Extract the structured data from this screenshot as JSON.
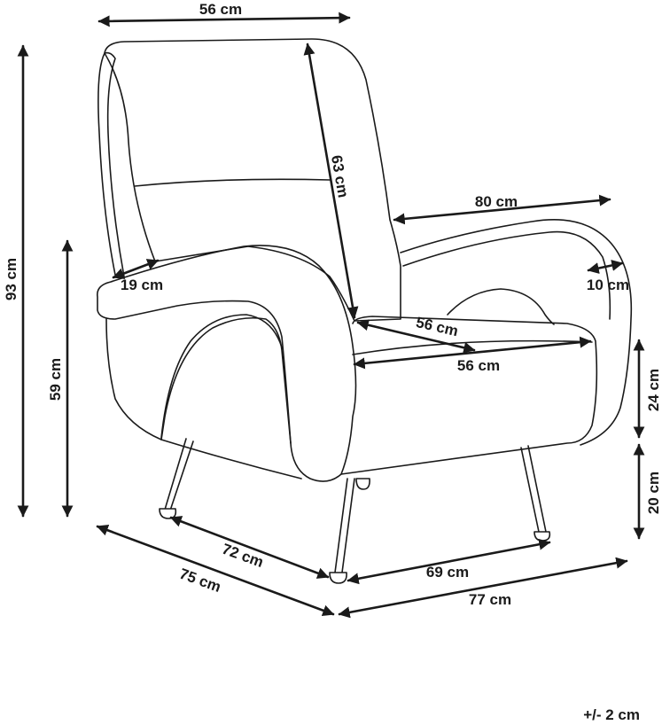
{
  "dimensions": {
    "top_width": "56 cm",
    "overall_height": "93 cm",
    "arm_height": "59 cm",
    "backrest_height": "63 cm",
    "overall_width_diag": "80 cm",
    "arm_width": "19 cm",
    "arm_front": "10 cm",
    "seat_depth": "56 cm",
    "seat_width": "56 cm",
    "seat_cushion_height": "24 cm",
    "leg_height": "20 cm",
    "leg_span_left": "72 cm",
    "overall_depth": "75 cm",
    "leg_span_front": "69 cm",
    "overall_front_width": "77 cm"
  },
  "tolerance": "+/- 2 cm"
}
